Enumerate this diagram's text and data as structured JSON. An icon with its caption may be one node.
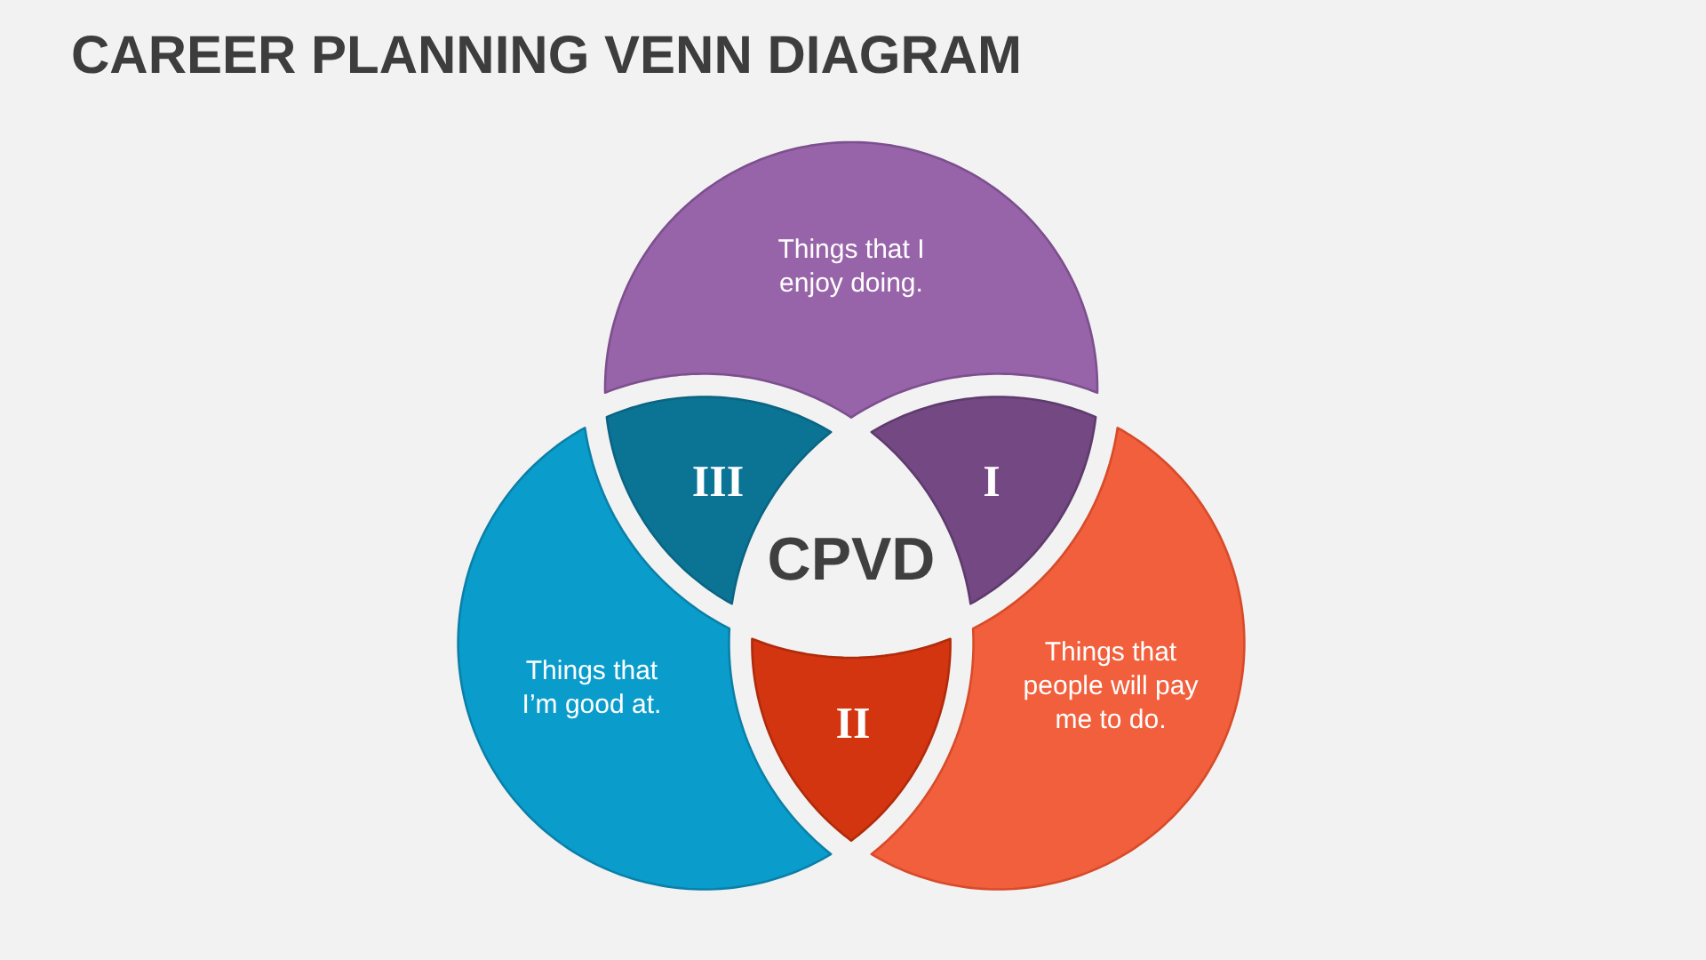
{
  "diagram": {
    "title": "CAREER PLANNING VENN DIAGRAM",
    "nodes": [
      {
        "text": [
          "Things that I enjoy doing."
        ]
      },
      {
        "text": [
          "III"
        ]
      },
      {
        "text": [
          "I"
        ]
      },
      {
        "text": [
          "Things that I’m good at."
        ]
      },
      {
        "text": [
          "Things that people will pay me to do."
        ]
      },
      {
        "text": [
          "II"
        ]
      }
    ],
    "labels": [
      "CPVD"
    ]
  }
}
